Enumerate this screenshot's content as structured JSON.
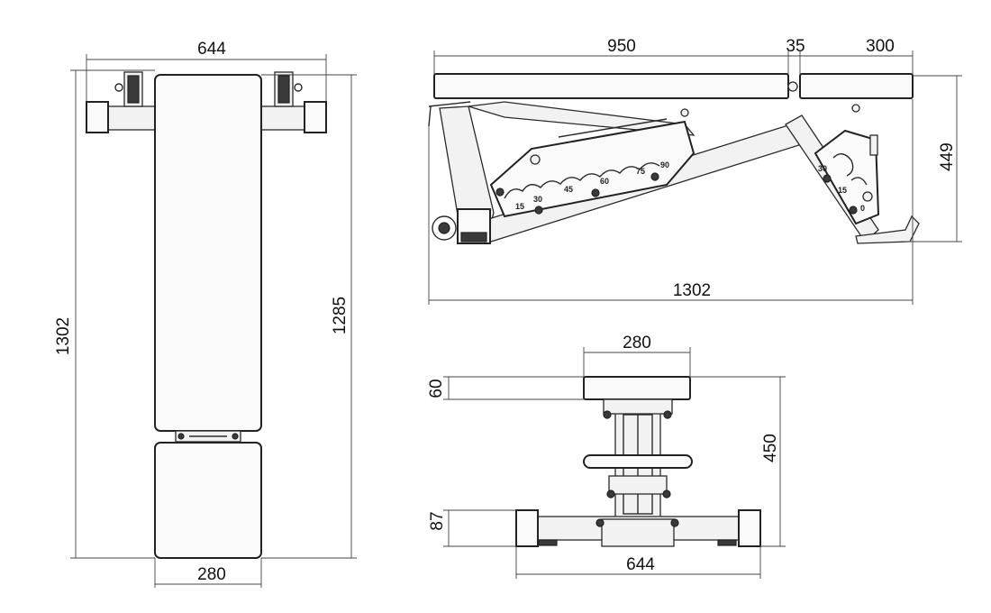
{
  "dimensions": {
    "top_view": {
      "frame_width": "644",
      "total_length": "1302",
      "back_pad_length": "1285",
      "seat_width": "280"
    },
    "side_view": {
      "back_pad": "950",
      "gap": "35",
      "seat": "300",
      "height": "449",
      "total_length": "1302"
    },
    "front_view": {
      "seat_width": "280",
      "pad_thickness": "60",
      "height": "450",
      "foot_height": "87",
      "base_width": "644"
    }
  },
  "angle_labels": {
    "back": [
      "15",
      "30",
      "45",
      "60",
      "75",
      "90"
    ],
    "seat": [
      "30",
      "15",
      "0"
    ]
  }
}
